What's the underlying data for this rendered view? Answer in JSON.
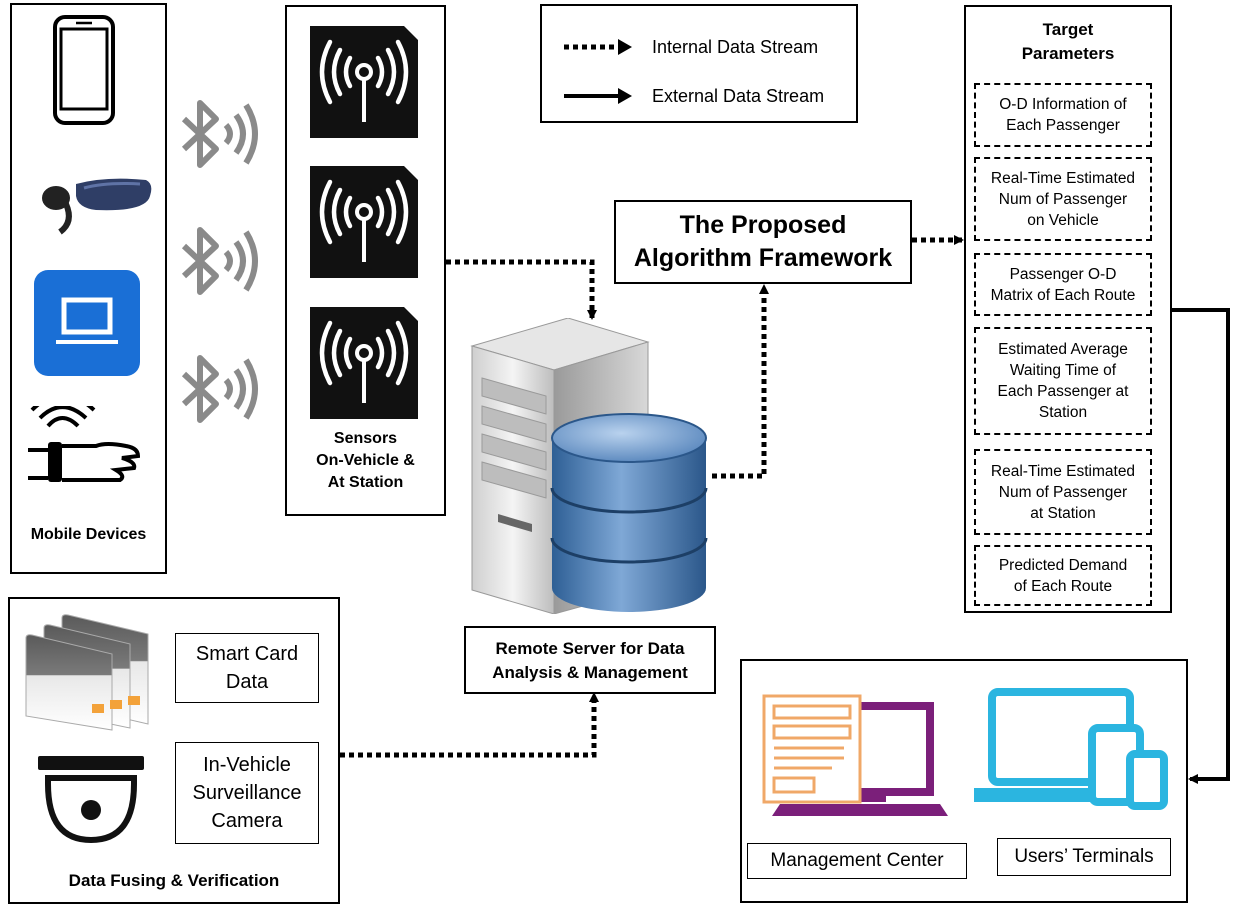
{
  "legend": {
    "internal_label": "Internal Data Stream",
    "external_label": "External Data Stream"
  },
  "mobile_devices": {
    "caption": "Mobile Devices",
    "icons": [
      "smartphone-icon",
      "bluetooth-headset-icon",
      "laptop-app-icon",
      "wearable-wristband-icon"
    ]
  },
  "bluetooth": {
    "icon": "bluetooth-signal-icon",
    "count": 3
  },
  "sensors": {
    "caption_lines": [
      "Sensors",
      "On-Vehicle &",
      "At Station"
    ],
    "icon": "wireless-sensor-icon",
    "count": 3
  },
  "server": {
    "caption_lines": [
      "Remote Server for Data",
      "Analysis & Management"
    ],
    "icons": [
      "server-tower-icon",
      "database-icon"
    ]
  },
  "algorithm": {
    "title_lines": [
      "The Proposed",
      "Algorithm Framework"
    ]
  },
  "target_parameters": {
    "heading_lines": [
      "Target",
      "Parameters"
    ],
    "items": [
      [
        "O-D Information of",
        "Each Passenger"
      ],
      [
        "Real-Time Estimated",
        "Num of Passenger",
        "on Vehicle"
      ],
      [
        "Passenger O-D",
        "Matrix of Each Route"
      ],
      [
        "Estimated Average",
        "Waiting Time of",
        "Each Passenger at",
        "Station"
      ],
      [
        "Real-Time Estimated",
        "Num of Passenger",
        "at Station"
      ],
      [
        "Predicted Demand",
        "of Each Route"
      ]
    ]
  },
  "data_fusing": {
    "caption": "Data Fusing & Verification",
    "smart_card_lines": [
      "Smart Card",
      "Data"
    ],
    "camera_lines": [
      "In-Vehicle",
      "Surveillance",
      "Camera"
    ],
    "icons": [
      "smart-cards-icon",
      "surveillance-camera-icon"
    ]
  },
  "terminals": {
    "management_label": "Management Center",
    "users_label": "Users’ Terminals",
    "icons": [
      "desktop-computer-icon",
      "multi-device-icon"
    ]
  },
  "colors": {
    "management_orange": "#f0a868",
    "management_purple": "#7b1f7a",
    "users_cyan": "#2bb5e0",
    "laptop_tile_blue": "#1a6fd6",
    "db_blue": "#4f7fb8",
    "bluetooth_gray": "#8a8a8a"
  }
}
